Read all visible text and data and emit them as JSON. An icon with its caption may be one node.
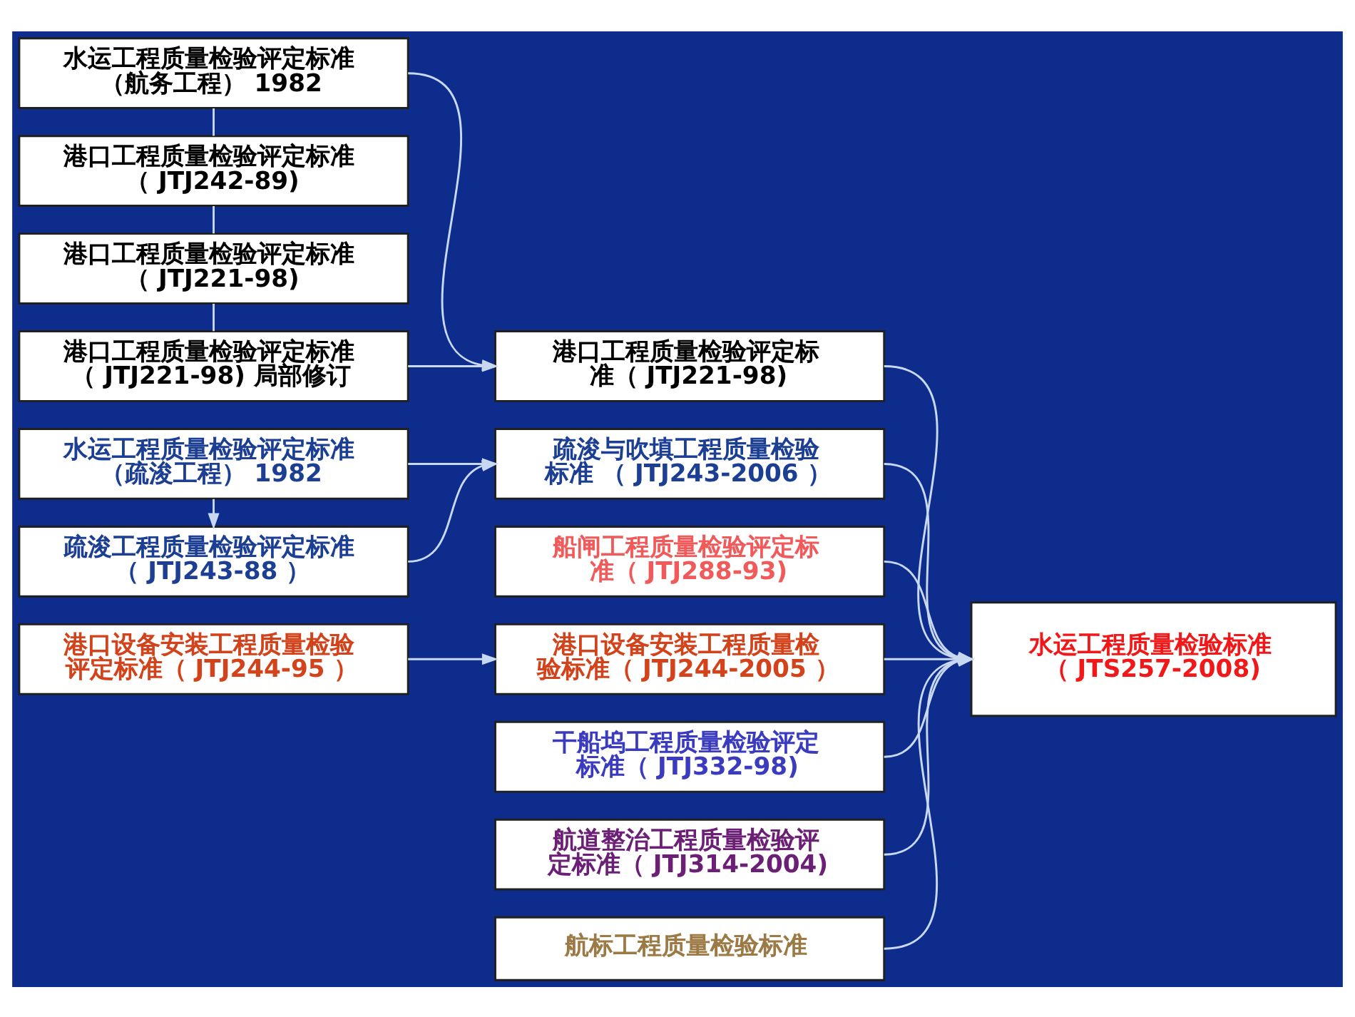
{
  "diagram": {
    "nodes": [
      {
        "text": [
          "水运工程质量检验评定标准（航务工程） 1982"
        ]
      },
      {
        "text": [
          "港口工程质量检验评定标准（ JTJ242-89)"
        ]
      },
      {
        "text": [
          "港口工程质量检验评定标准（ JTJ221-98)"
        ]
      },
      {
        "text": [
          "港口工程质量检验评定标准（ JTJ221-98) 局部修订"
        ]
      },
      {
        "text": [
          "水运工程质量检验评定标准（疏浚工程） 1982"
        ]
      },
      {
        "text": [
          "疏浚工程质量检验评定标准（ JTJ243-88 ）"
        ]
      },
      {
        "text": [
          "港口设备安装工程质量检验评定标准（ JTJ244-95 ）"
        ]
      },
      {
        "text": [
          "港口工程质量检验评定标准（ JTJ221-98)"
        ]
      },
      {
        "text": [
          "疏浚与吹填工程质量检验标准 （ JTJ243-2006 ）"
        ]
      },
      {
        "text": [
          "船闸工程质量检验评定标准（ JTJ288-93)"
        ]
      },
      {
        "text": [
          "港口设备安装工程质量检验标准（ JTJ244-2005 ）"
        ]
      },
      {
        "text": [
          "干船坞工程质量检验评定标准（ JTJ332-98)"
        ]
      },
      {
        "text": [
          "航道整治工程质量检验评定标准（ JTJ314-2004)"
        ]
      },
      {
        "text": [
          "航标工程质量检验标准"
        ]
      },
      {
        "text": [
          "水运工程质量检验标准（ JTS257-2008)"
        ]
      }
    ],
    "edges": [
      {
        "from": 0,
        "to": 1,
        "arrow": "none"
      },
      {
        "from": 1,
        "to": 2,
        "arrow": "none"
      },
      {
        "from": 2,
        "to": 3,
        "arrow": "none"
      },
      {
        "from": 4,
        "to": 5,
        "arrow": "to"
      },
      {
        "from": 0,
        "to": 7,
        "arrow": "to"
      },
      {
        "from": 3,
        "to": 7,
        "arrow": "to"
      },
      {
        "from": 4,
        "to": 8,
        "arrow": "to"
      },
      {
        "from": 5,
        "to": 8,
        "arrow": "to"
      },
      {
        "from": 6,
        "to": 10,
        "arrow": "to"
      },
      {
        "from": 7,
        "to": 14,
        "arrow": "to"
      },
      {
        "from": 8,
        "to": 14,
        "arrow": "to"
      },
      {
        "from": 9,
        "to": 14,
        "arrow": "to"
      },
      {
        "from": 10,
        "to": 14,
        "arrow": "to"
      },
      {
        "from": 11,
        "to": 14,
        "arrow": "to"
      },
      {
        "from": 12,
        "to": 14,
        "arrow": "to"
      },
      {
        "from": 13,
        "to": 14,
        "arrow": "to"
      }
    ]
  }
}
